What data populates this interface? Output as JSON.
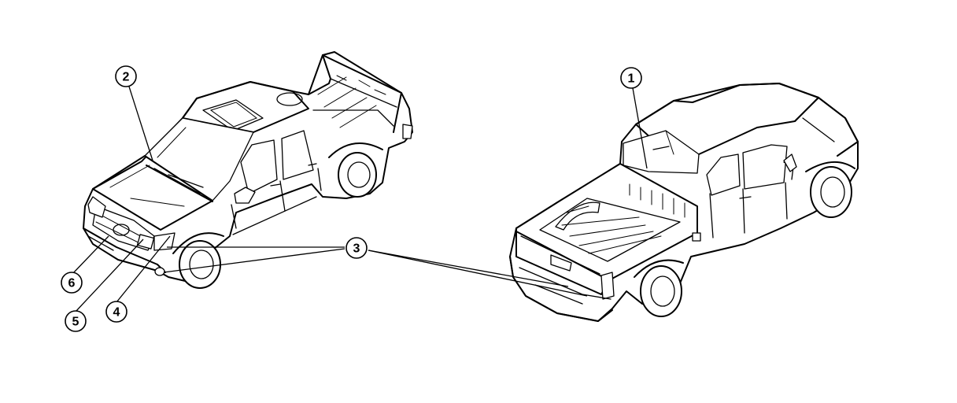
{
  "diagram": {
    "callouts": [
      {
        "label": "1"
      },
      {
        "label": "2"
      },
      {
        "label": "3"
      },
      {
        "label": "4"
      },
      {
        "label": "5"
      },
      {
        "label": "6"
      }
    ]
  }
}
